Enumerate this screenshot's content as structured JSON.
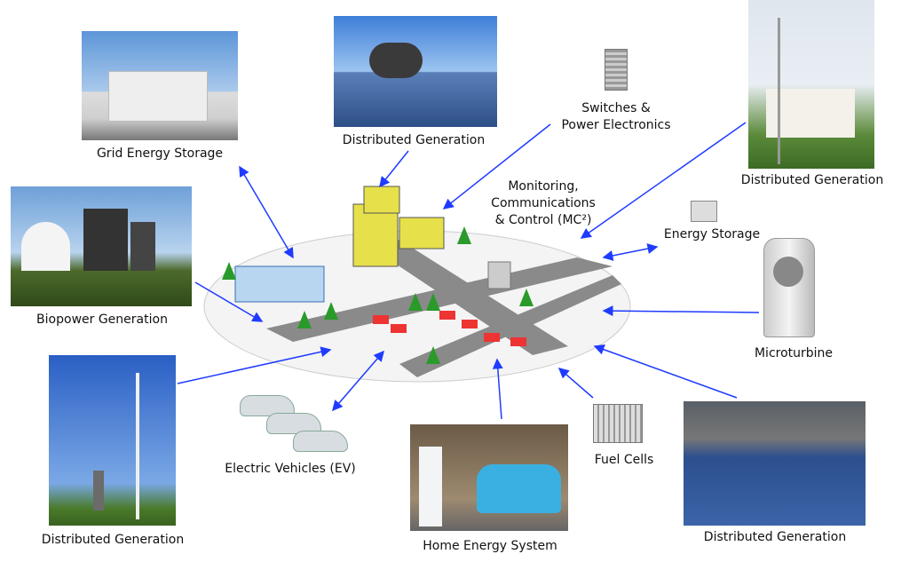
{
  "title": "Smart Grid Components",
  "labels": {
    "grid_storage": "Grid Energy Storage",
    "dg_top": "Distributed Generation",
    "switches_1": "Switches &",
    "switches_2": "Power Electronics",
    "dg_top_right": "Distributed Generation",
    "mc_1": "Monitoring,",
    "mc_2": "Communications",
    "mc_3": "& Control (MC²)",
    "energy_storage": "Energy Storage",
    "biopower": "Biopower Generation",
    "microturbine": "Microturbine",
    "dg_bottom_left": "Distributed Generation",
    "ev": "Electric Vehicles (EV)",
    "home": "Home Energy System",
    "fuel_cells": "Fuel Cells",
    "dg_bottom_right": "Distributed Generation"
  },
  "colors": {
    "arrow": "#1f3bff",
    "road": "#8a8a8a",
    "building": "#e6e04a"
  }
}
